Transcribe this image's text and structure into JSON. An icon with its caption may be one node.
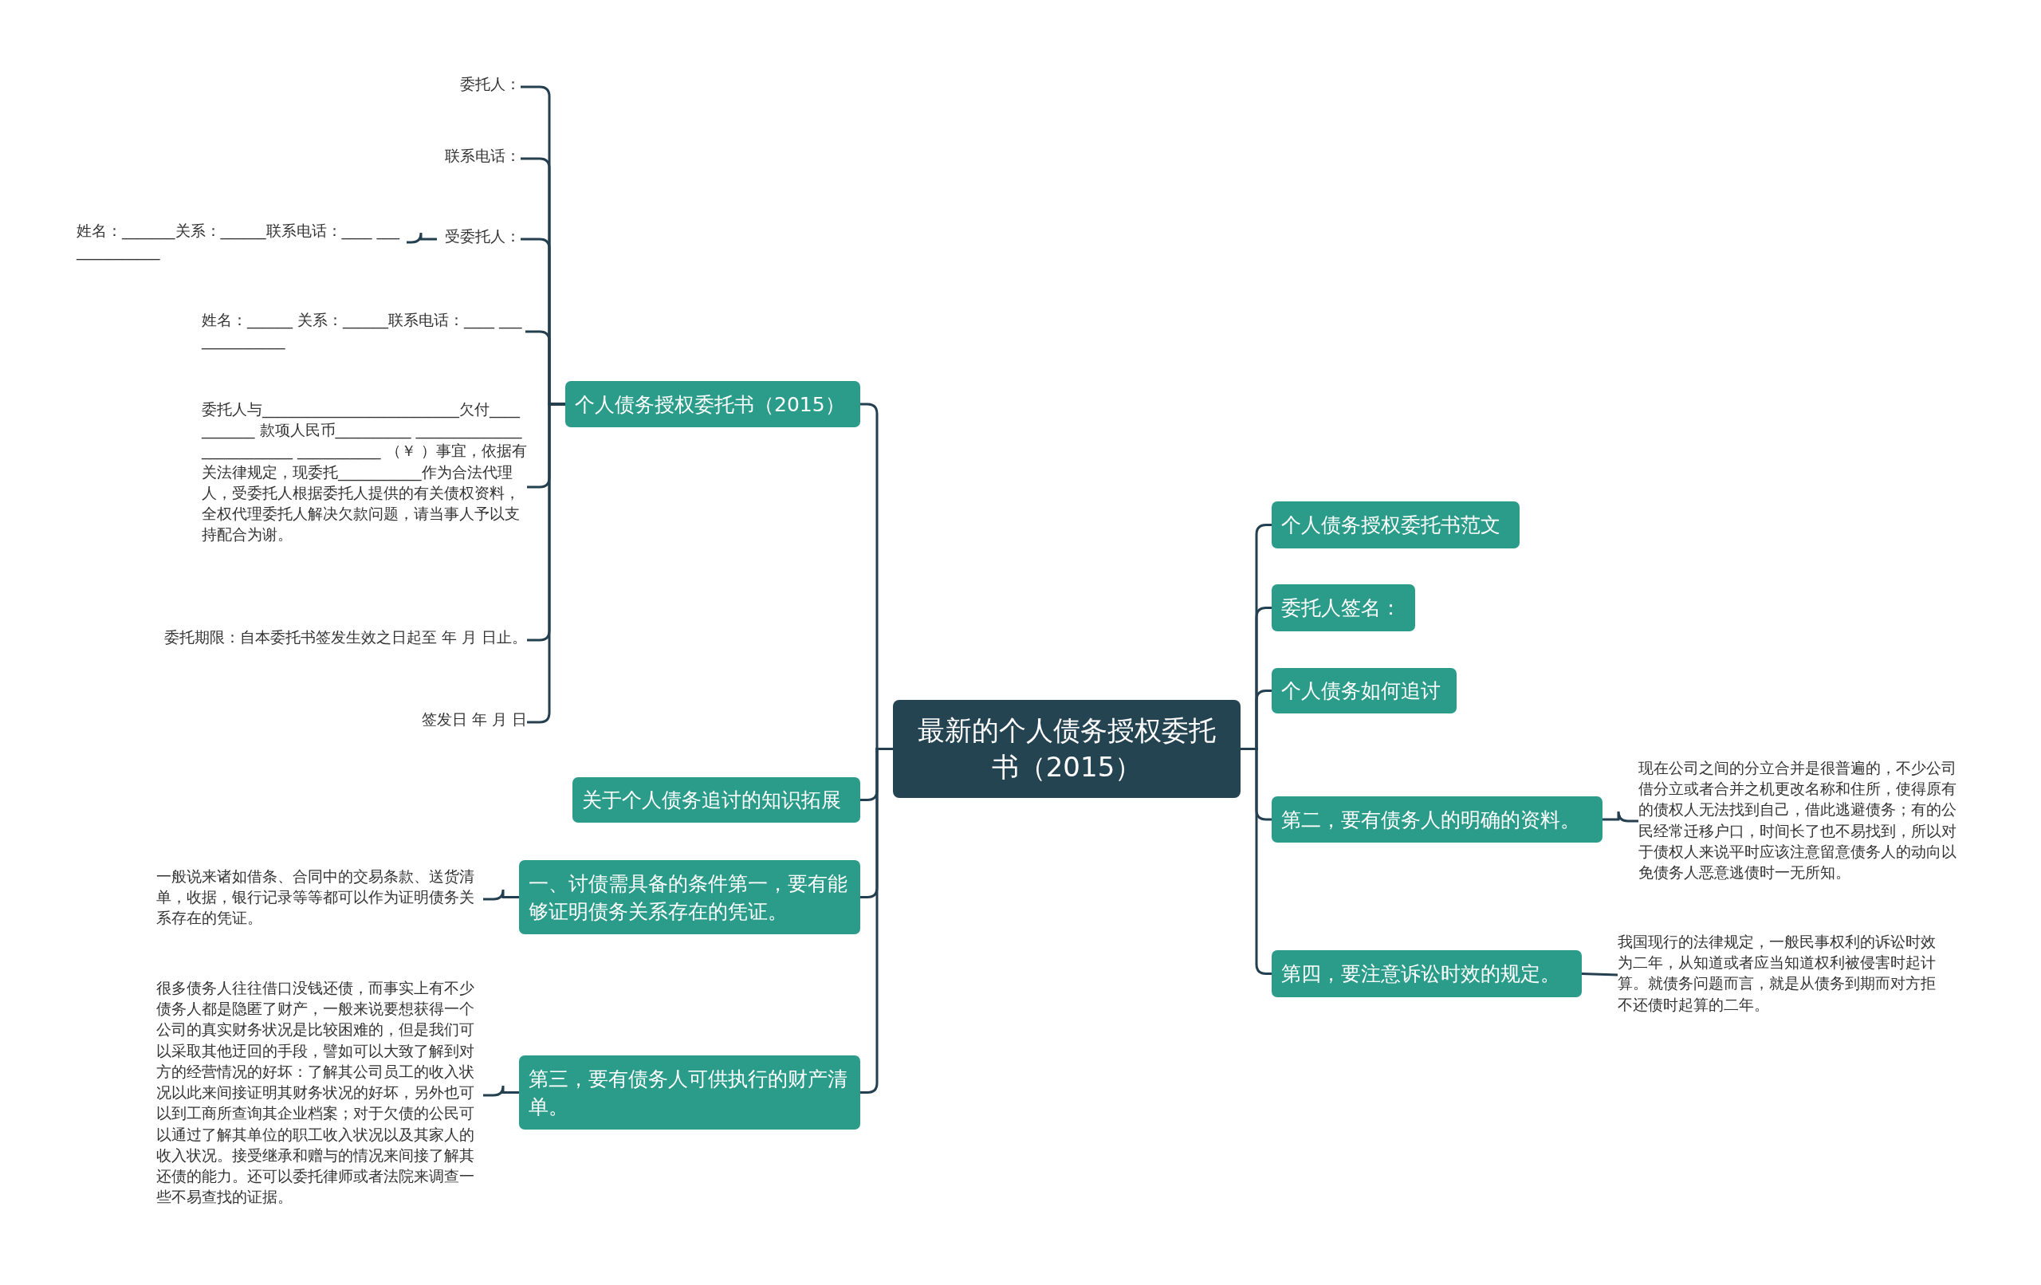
{
  "diagram": {
    "nodes": [
      {
        "text": [
          "最新的个人债务授权委托书（2015）"
        ]
      },
      {
        "text": [
          "个人债务授权委托书（2015）"
        ]
      },
      {
        "text": [
          "委托人："
        ]
      },
      {
        "text": [
          "联系电话："
        ]
      },
      {
        "text": [
          "受委托人："
        ]
      },
      {
        "text": [
          "姓名：_______关系：______联系电话：____ ______________"
        ]
      },
      {
        "text": [
          "姓名：______ 关系：______联系电话：____ ______________"
        ]
      },
      {
        "text": [
          "委托人与__________________________欠付___________ 款项人民币__________ __________________________ ___________ （￥ ）事宜，依据有关法律规定，现委托___________作为合法代理人，受委托人根据委托人提供的有关债权资料，全权代理委托人解决欠款问题，请当事人予以支持配合为谢。"
        ]
      },
      {
        "text": [
          "委托期限：自本委托书签发生效之日起至 年 月 日止。"
        ]
      },
      {
        "text": [
          "签发日 年 月 日"
        ]
      },
      {
        "text": [
          "关于个人债务追讨的知识拓展"
        ]
      },
      {
        "text": [
          "一、讨债需具备的条件第一，要有能够证明债务关系存在的凭证。"
        ]
      },
      {
        "text": [
          "一般说来诸如借条、合同中的交易条款、送货清单，收据，银行记录等等都可以作为证明债务关系存在的凭证。"
        ]
      },
      {
        "text": [
          "第三，要有债务人可供执行的财产清单。"
        ]
      },
      {
        "text": [
          "很多债务人往往借口没钱还债，而事实上有不少债务人都是隐匿了财产，一般来说要想获得一个公司的真实财务状况是比较困难的，但是我们可以采取其他迂回的手段，譬如可以大致了解到对方的经营情况的好坏：了解其公司员工的收入状况以此来间接证明其财务状况的好坏，另外也可以到工商所查询其企业档案；对于欠债的公民可以通过了解其单位的职工收入状况以及其家人的收入状况。接受继承和赠与的情况来间接了解其还债的能力。还可以委托律师或者法院来调查一些不易查找的证据。"
        ]
      },
      {
        "text": [
          "个人债务授权委托书范文"
        ]
      },
      {
        "text": [
          "委托人签名："
        ]
      },
      {
        "text": [
          "个人债务如何追讨"
        ]
      },
      {
        "text": [
          "第二，要有债务人的明确的资料。"
        ]
      },
      {
        "text": [
          "现在公司之间的分立合并是很普遍的，不少公司借分立或者合并之机更改名称和住所，使得原有的债权人无法找到自己，借此逃避债务；有的公民经常迁移户口，时间长了也不易找到，所以对于债权人来说平时应该注意留意债务人的动向以免债务人恶意逃债时一无所知。"
        ]
      },
      {
        "text": [
          "第四，要注意诉讼时效的规定。"
        ]
      },
      {
        "text": [
          "我国现行的法律规定，一般民事权利的诉讼时效为二年，从知道或者应当知道权利被侵害时起计算。就债务问题而言，就是从债务到期而对方拒不还债时起算的二年。"
        ]
      }
    ],
    "edges": [
      {
        "from": 0,
        "to": 1,
        "arrow": "none"
      },
      {
        "from": 1,
        "to": 2,
        "arrow": "none"
      },
      {
        "from": 1,
        "to": 3,
        "arrow": "none"
      },
      {
        "from": 1,
        "to": 4,
        "arrow": "none"
      },
      {
        "from": 4,
        "to": 5,
        "arrow": "none"
      },
      {
        "from": 1,
        "to": 6,
        "arrow": "none"
      },
      {
        "from": 1,
        "to": 7,
        "arrow": "none"
      },
      {
        "from": 1,
        "to": 8,
        "arrow": "none"
      },
      {
        "from": 1,
        "to": 9,
        "arrow": "none"
      },
      {
        "from": 0,
        "to": 10,
        "arrow": "none"
      },
      {
        "from": 0,
        "to": 11,
        "arrow": "none"
      },
      {
        "from": 11,
        "to": 12,
        "arrow": "none"
      },
      {
        "from": 0,
        "to": 13,
        "arrow": "none"
      },
      {
        "from": 13,
        "to": 14,
        "arrow": "none"
      },
      {
        "from": 0,
        "to": 15,
        "arrow": "none"
      },
      {
        "from": 0,
        "to": 16,
        "arrow": "none"
      },
      {
        "from": 0,
        "to": 17,
        "arrow": "none"
      },
      {
        "from": 0,
        "to": 18,
        "arrow": "none"
      },
      {
        "from": 18,
        "to": 19,
        "arrow": "none"
      },
      {
        "from": 0,
        "to": 20,
        "arrow": "none"
      },
      {
        "from": 20,
        "to": 21,
        "arrow": "none"
      }
    ]
  }
}
